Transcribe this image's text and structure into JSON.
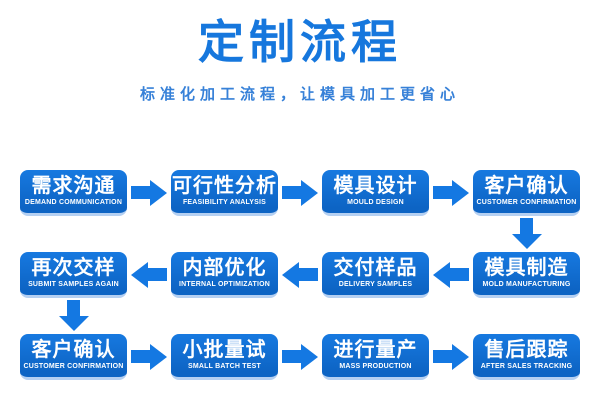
{
  "header": {
    "title": "定制流程",
    "subtitle": "标准化加工流程，让模具加工更省心"
  },
  "colors": {
    "title": "#1677dd",
    "subtitle": "#3781d8",
    "arrow": "#1478e2",
    "box_top": "#1779e0",
    "box_bottom": "#0d64c4",
    "box_reflection": "#b5d0f2",
    "box_text": "#ffffff",
    "page_bg": "#ffffff"
  },
  "flow": {
    "rows": [
      {
        "arrow_direction": "right",
        "steps": [
          {
            "zh": "需求沟通",
            "en": "DEMAND COMMUNICATION"
          },
          {
            "zh": "可行性分析",
            "en": "FEASIBILITY ANALYSIS"
          },
          {
            "zh": "模具设计",
            "en": "MOULD DESIGN"
          },
          {
            "zh": "客户确认",
            "en": "CUSTOMER CONFIRMATION"
          }
        ]
      },
      {
        "arrow_direction": "left",
        "steps": [
          {
            "zh": "再次交样",
            "en": "SUBMIT SAMPLES AGAIN"
          },
          {
            "zh": "内部优化",
            "en": "INTERNAL OPTIMIZATION"
          },
          {
            "zh": "交付样品",
            "en": "DELIVERY SAMPLES"
          },
          {
            "zh": "模具制造",
            "en": "MOLD MANUFACTURING"
          }
        ]
      },
      {
        "arrow_direction": "right",
        "steps": [
          {
            "zh": "客户确认",
            "en": "CUSTOMER CONFIRMATION"
          },
          {
            "zh": "小批量试",
            "en": "SMALL BATCH TEST"
          },
          {
            "zh": "进行量产",
            "en": "MASS PRODUCTION"
          },
          {
            "zh": "售后跟踪",
            "en": "AFTER SALES TRACKING"
          }
        ]
      }
    ]
  }
}
